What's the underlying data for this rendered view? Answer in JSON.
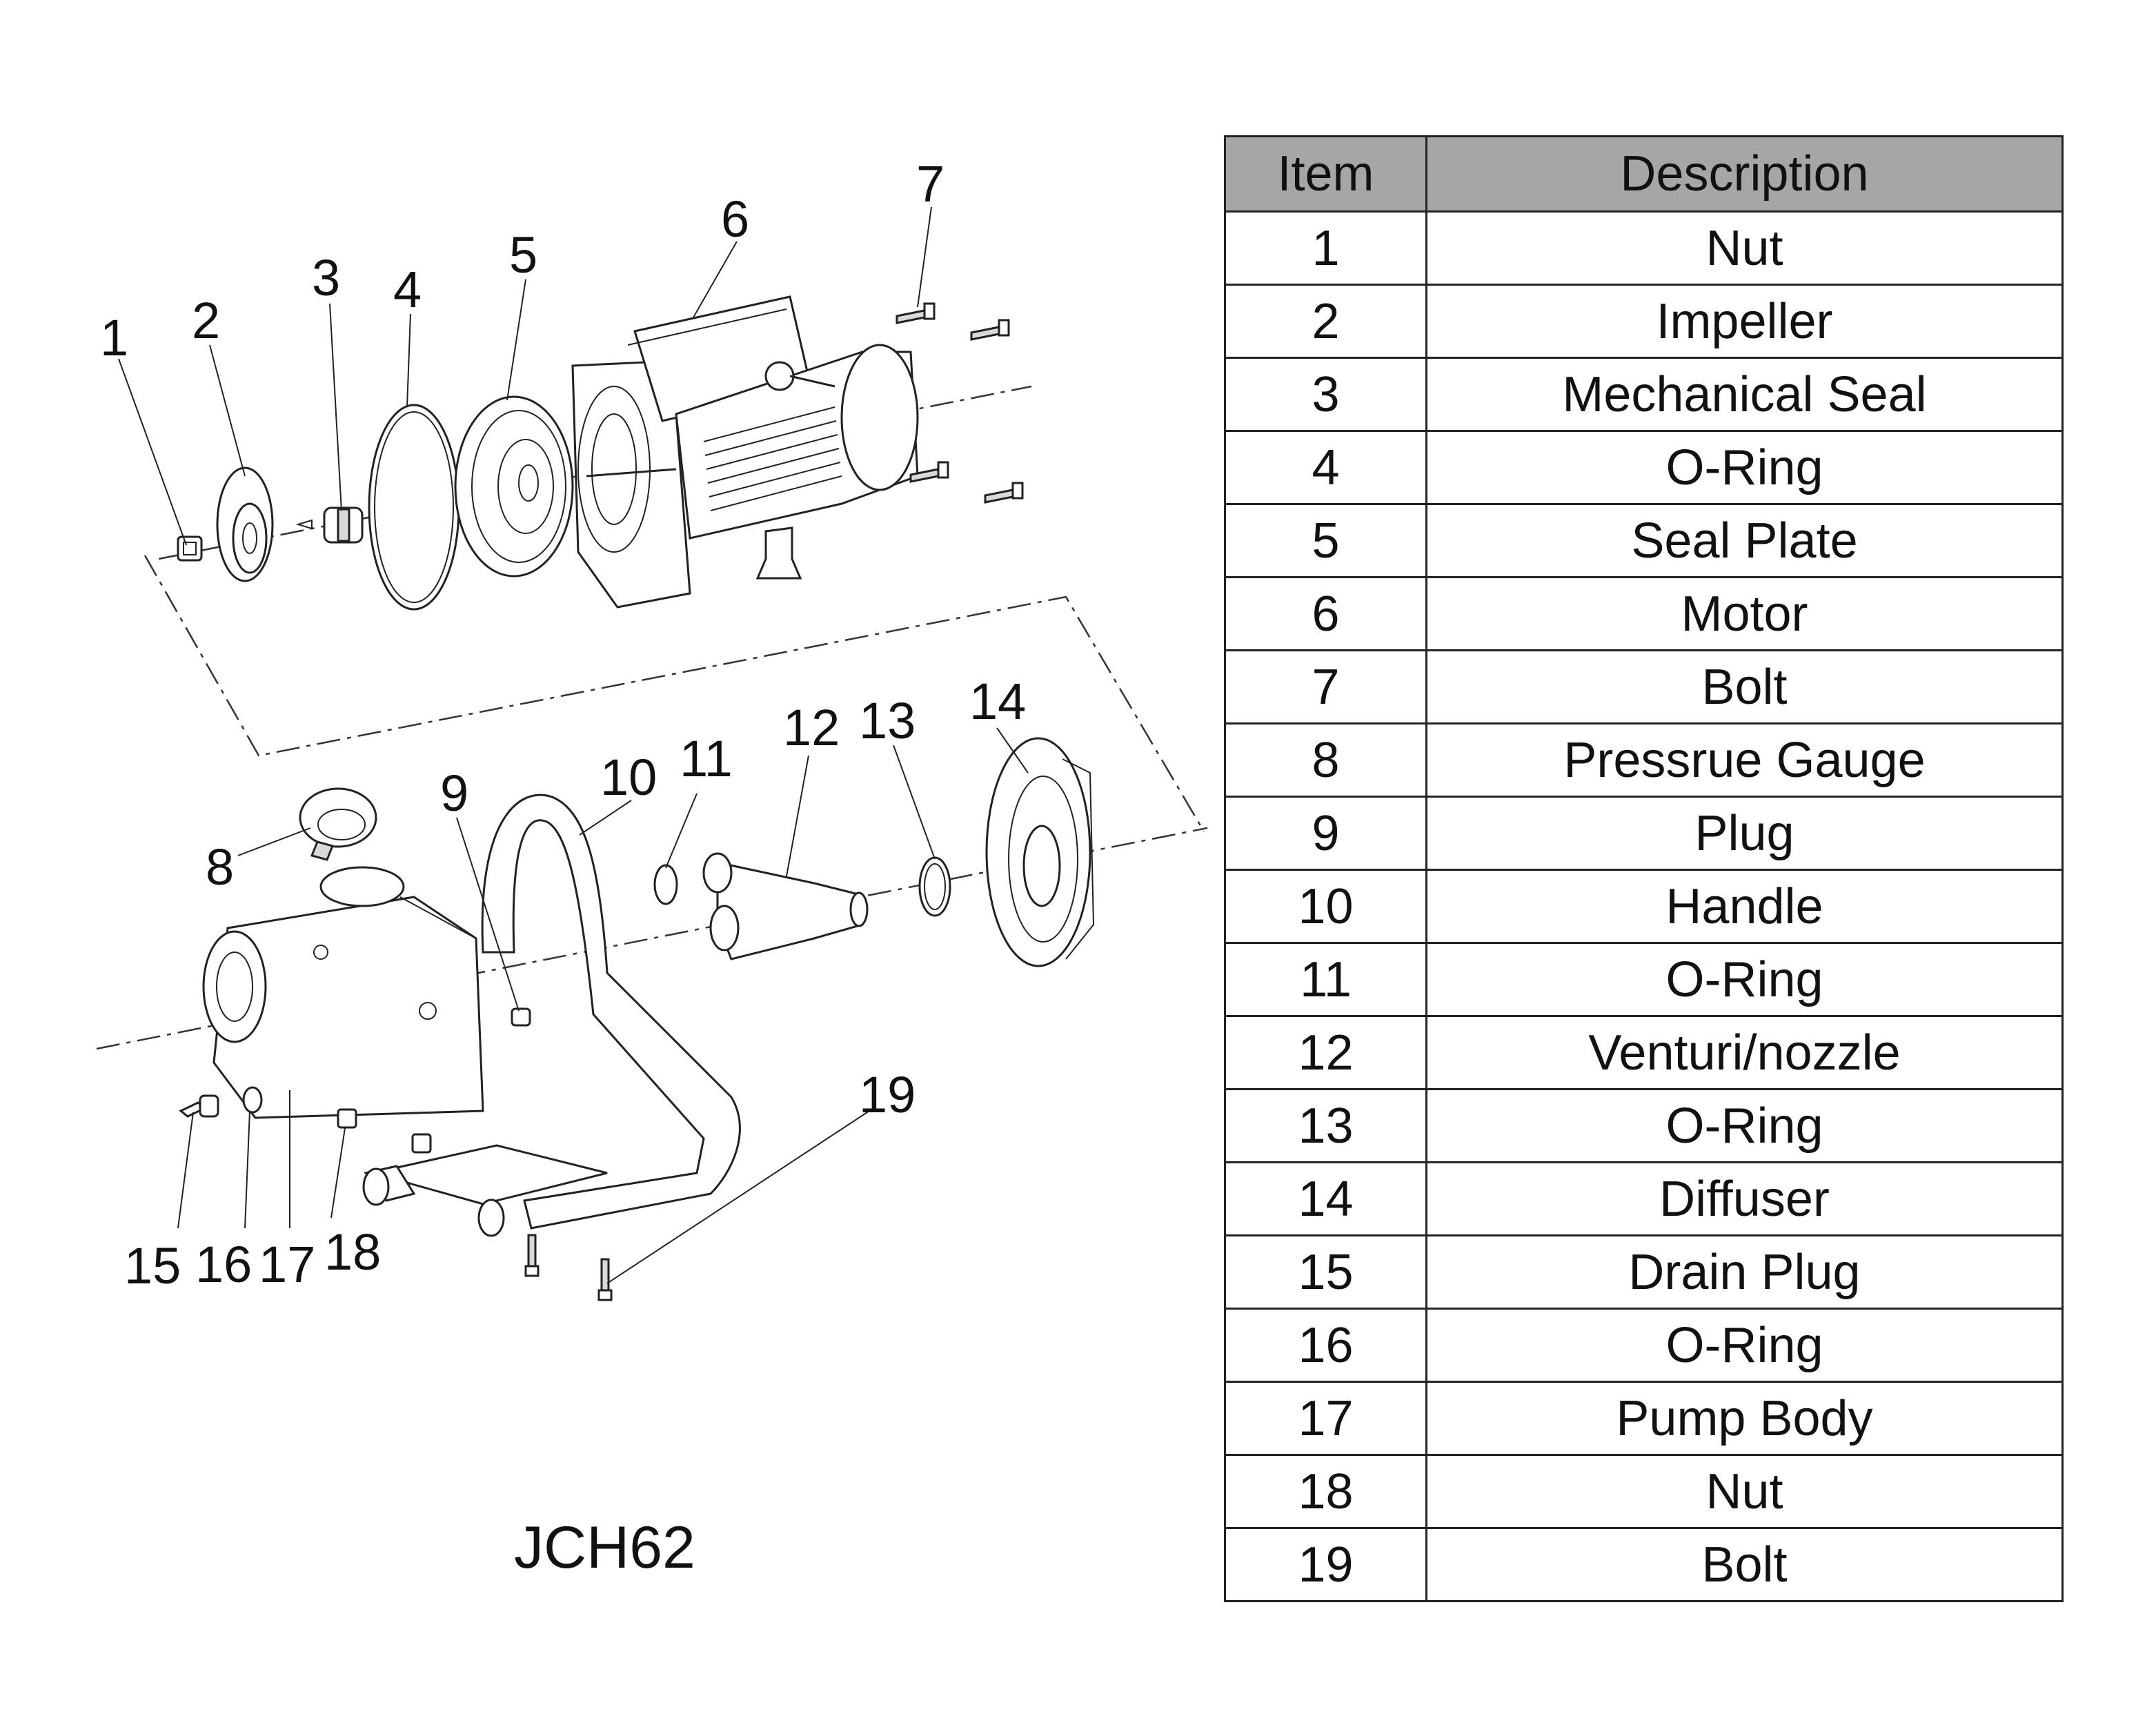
{
  "model_label": "JCH62",
  "table": {
    "headers": [
      "Item",
      "Description"
    ],
    "rows": [
      [
        "1",
        "Nut"
      ],
      [
        "2",
        "Impeller"
      ],
      [
        "3",
        "Mechanical Seal"
      ],
      [
        "4",
        "O-Ring"
      ],
      [
        "5",
        "Seal Plate"
      ],
      [
        "6",
        "Motor"
      ],
      [
        "7",
        "Bolt"
      ],
      [
        "8",
        "Pressrue Gauge"
      ],
      [
        "9",
        "Plug"
      ],
      [
        "10",
        "Handle"
      ],
      [
        "11",
        "O-Ring"
      ],
      [
        "12",
        "Venturi/nozzle"
      ],
      [
        "13",
        "O-Ring"
      ],
      [
        "14",
        "Diffuser"
      ],
      [
        "15",
        "Drain Plug"
      ],
      [
        "16",
        "O-Ring"
      ],
      [
        "17",
        "Pump Body"
      ],
      [
        "18",
        "Nut"
      ],
      [
        "19",
        "Bolt"
      ]
    ]
  },
  "callouts": [
    "1",
    "2",
    "3",
    "4",
    "5",
    "6",
    "7",
    "8",
    "9",
    "10",
    "11",
    "12",
    "13",
    "14",
    "15",
    "16",
    "17",
    "18",
    "19"
  ]
}
